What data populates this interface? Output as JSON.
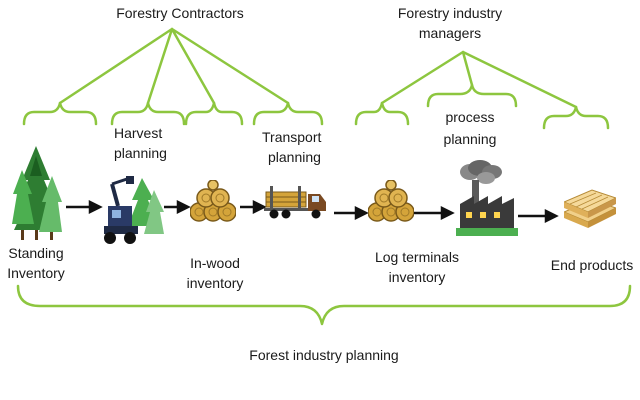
{
  "groups": {
    "contractors": "Forestry Contractors",
    "managers_line1": "Forestry industry",
    "managers_line2": "managers",
    "forest_planning": "Forest industry planning"
  },
  "planning": {
    "harvest_line1": "Harvest",
    "harvest_line2": "planning",
    "transport_line1": "Transport",
    "transport_line2": "planning",
    "process_line1": "process",
    "process_line2": "planning"
  },
  "stages": {
    "standing_line1": "Standing",
    "standing_line2": "Inventory",
    "inwood_line1": "In-wood",
    "inwood_line2": "inventory",
    "terminal_line1": "Log terminals",
    "terminal_line2": "inventory",
    "end": "End products"
  },
  "colors": {
    "bracket": "#8dc63f",
    "arrow": "#111111",
    "log": "#d4a43a"
  },
  "icons": [
    "trees-icon",
    "harvester-icon",
    "log-pile-icon",
    "log-truck-icon",
    "log-pile-icon",
    "factory-icon",
    "lumber-stack-icon"
  ]
}
